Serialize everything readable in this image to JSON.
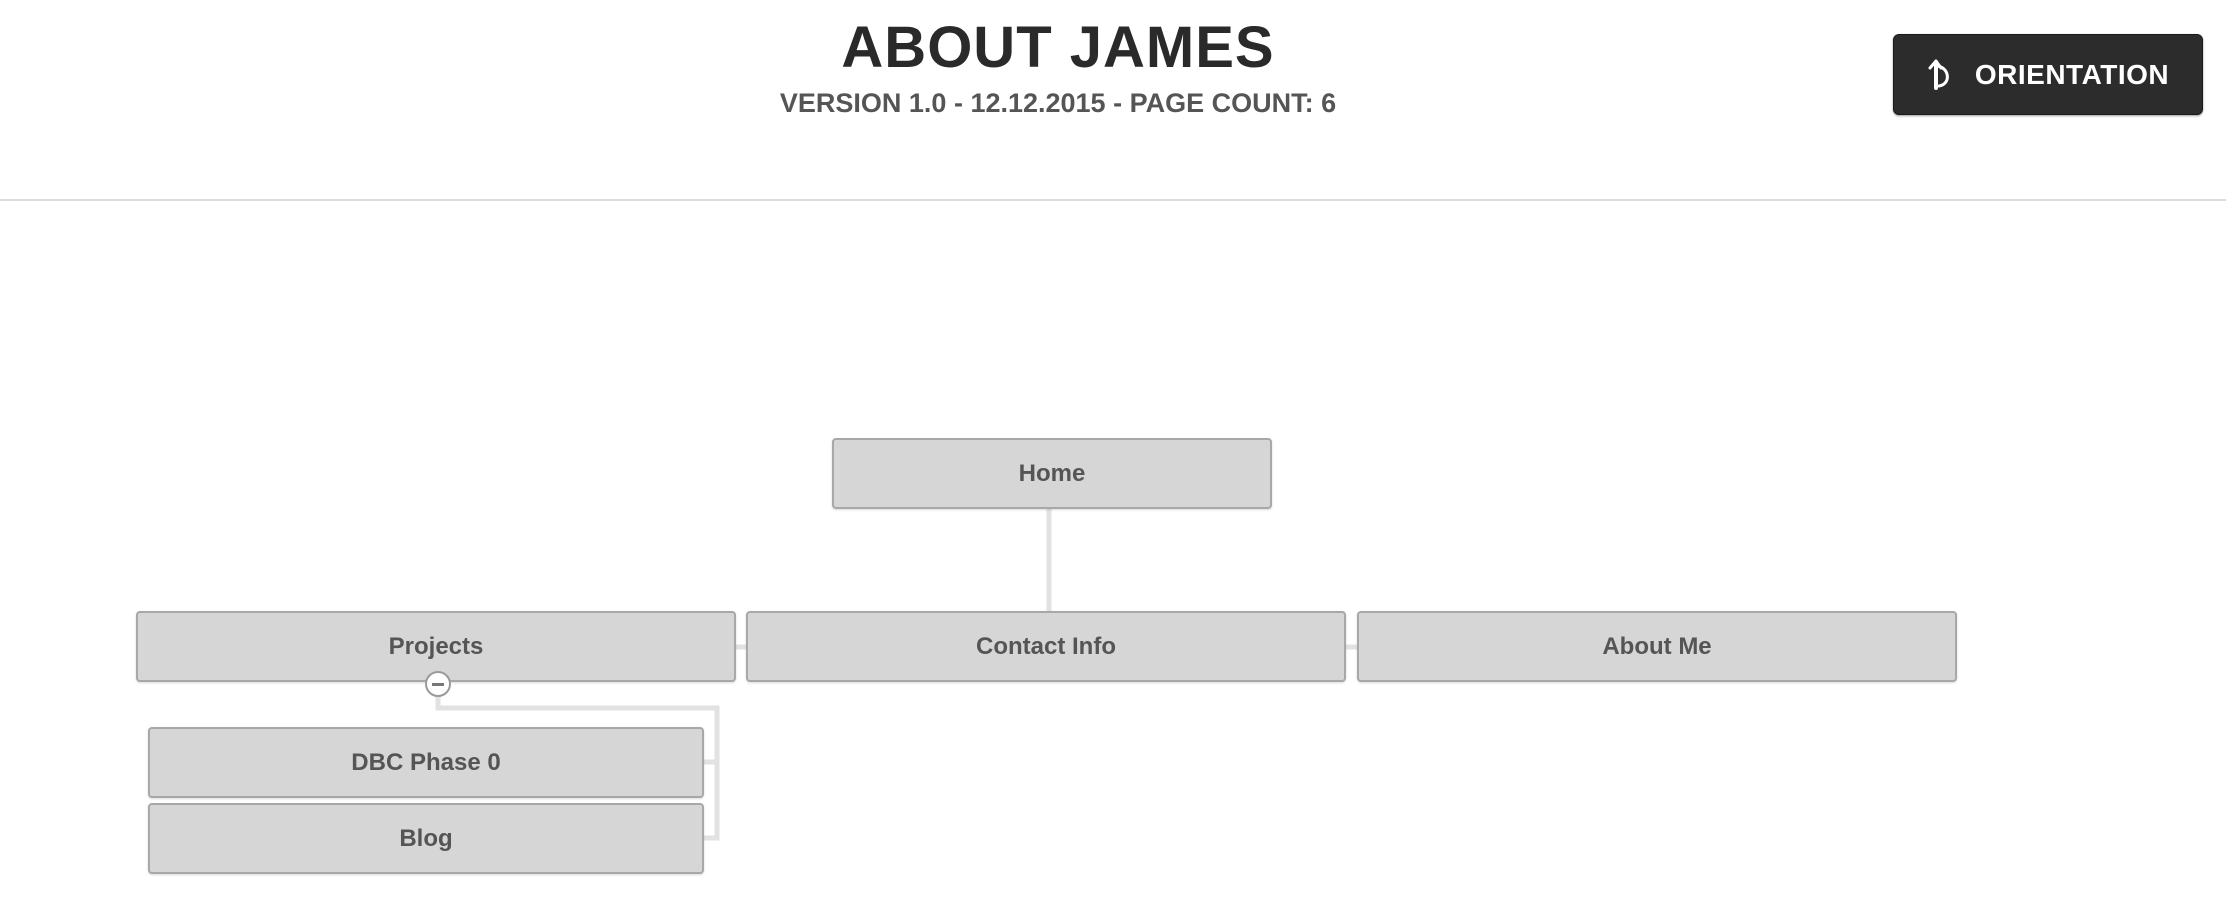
{
  "header": {
    "title": "ABOUT JAMES",
    "subtitle": "VERSION 1.0 - 12.12.2015 - PAGE COUNT: 6",
    "orientation_button": {
      "label": "ORIENTATION",
      "icon": "rotate-icon"
    }
  },
  "sitemap": {
    "root": "Home",
    "children": [
      {
        "label": "Projects",
        "expanded": true,
        "children": [
          "DBC Phase 0",
          "Blog"
        ]
      },
      {
        "label": "Contact Info"
      },
      {
        "label": "About Me"
      }
    ]
  },
  "colors": {
    "node_fill": "#d6d6d6",
    "node_border": "#a8a8a8",
    "node_text": "#555555",
    "connector": "#e2e2e2",
    "button_fill": "#2c2c2c",
    "title_text": "#2a2a2a"
  }
}
